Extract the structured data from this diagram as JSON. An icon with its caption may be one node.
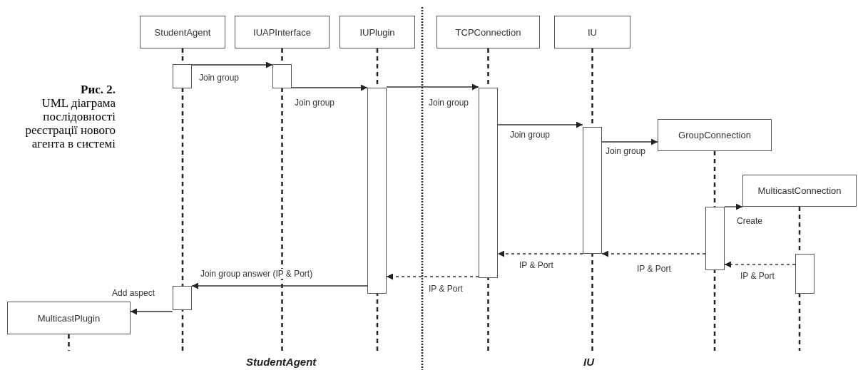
{
  "diagram": {
    "title": "Рис. 2.",
    "caption": "UML діаграма послідовності реєстрації нового агента в системі",
    "nodes": [
      {
        "text": [
          "StudentAgent"
        ]
      },
      {
        "text": [
          "IUAPInterface"
        ]
      },
      {
        "text": [
          "IUPlugin"
        ]
      },
      {
        "text": [
          "TCPConnection"
        ]
      },
      {
        "text": [
          "IU"
        ]
      },
      {
        "text": [
          "GroupConnection"
        ]
      },
      {
        "text": [
          "MulticastConnection"
        ]
      },
      {
        "text": [
          "MulticastPlugin"
        ]
      },
      {
        "text": [],
        "shape": "box"
      },
      {
        "text": [],
        "shape": "box"
      },
      {
        "text": [],
        "shape": "box"
      },
      {
        "text": [],
        "shape": "box"
      },
      {
        "text": [],
        "shape": "box"
      },
      {
        "text": [],
        "shape": "box"
      },
      {
        "text": [],
        "shape": "box"
      },
      {
        "text": [],
        "shape": "box"
      }
    ],
    "edges": [
      {
        "from": 8,
        "to": 9,
        "arrow": "to",
        "label": "Join group"
      },
      {
        "from": 9,
        "to": 10,
        "arrow": "to",
        "label": "Join group"
      },
      {
        "from": 10,
        "to": 11,
        "arrow": "to",
        "label": "Join group"
      },
      {
        "from": 11,
        "to": 12,
        "arrow": "to",
        "label": "Join group"
      },
      {
        "from": 12,
        "to": 5,
        "arrow": "to",
        "label": "Join group"
      },
      {
        "from": 13,
        "to": 6,
        "arrow": "to",
        "label": "Create"
      },
      {
        "from": 12,
        "to": 11,
        "arrow": "to",
        "label": "IP & Port",
        "style": "dashed"
      },
      {
        "from": 13,
        "to": 12,
        "arrow": "to",
        "label": "IP & Port",
        "style": "dashed"
      },
      {
        "from": 14,
        "to": 13,
        "arrow": "to",
        "label": "IP & Port",
        "style": "dashed"
      },
      {
        "from": 11,
        "to": 10,
        "arrow": "to",
        "label": "IP & Port",
        "style": "dashed"
      },
      {
        "from": 10,
        "to": 15,
        "arrow": "to",
        "label": "Join group answer (IP & Port)"
      },
      {
        "from": 15,
        "to": 7,
        "arrow": "to",
        "label": "Add aspect"
      }
    ],
    "labels": [
      "StudentAgent",
      "IU"
    ]
  }
}
